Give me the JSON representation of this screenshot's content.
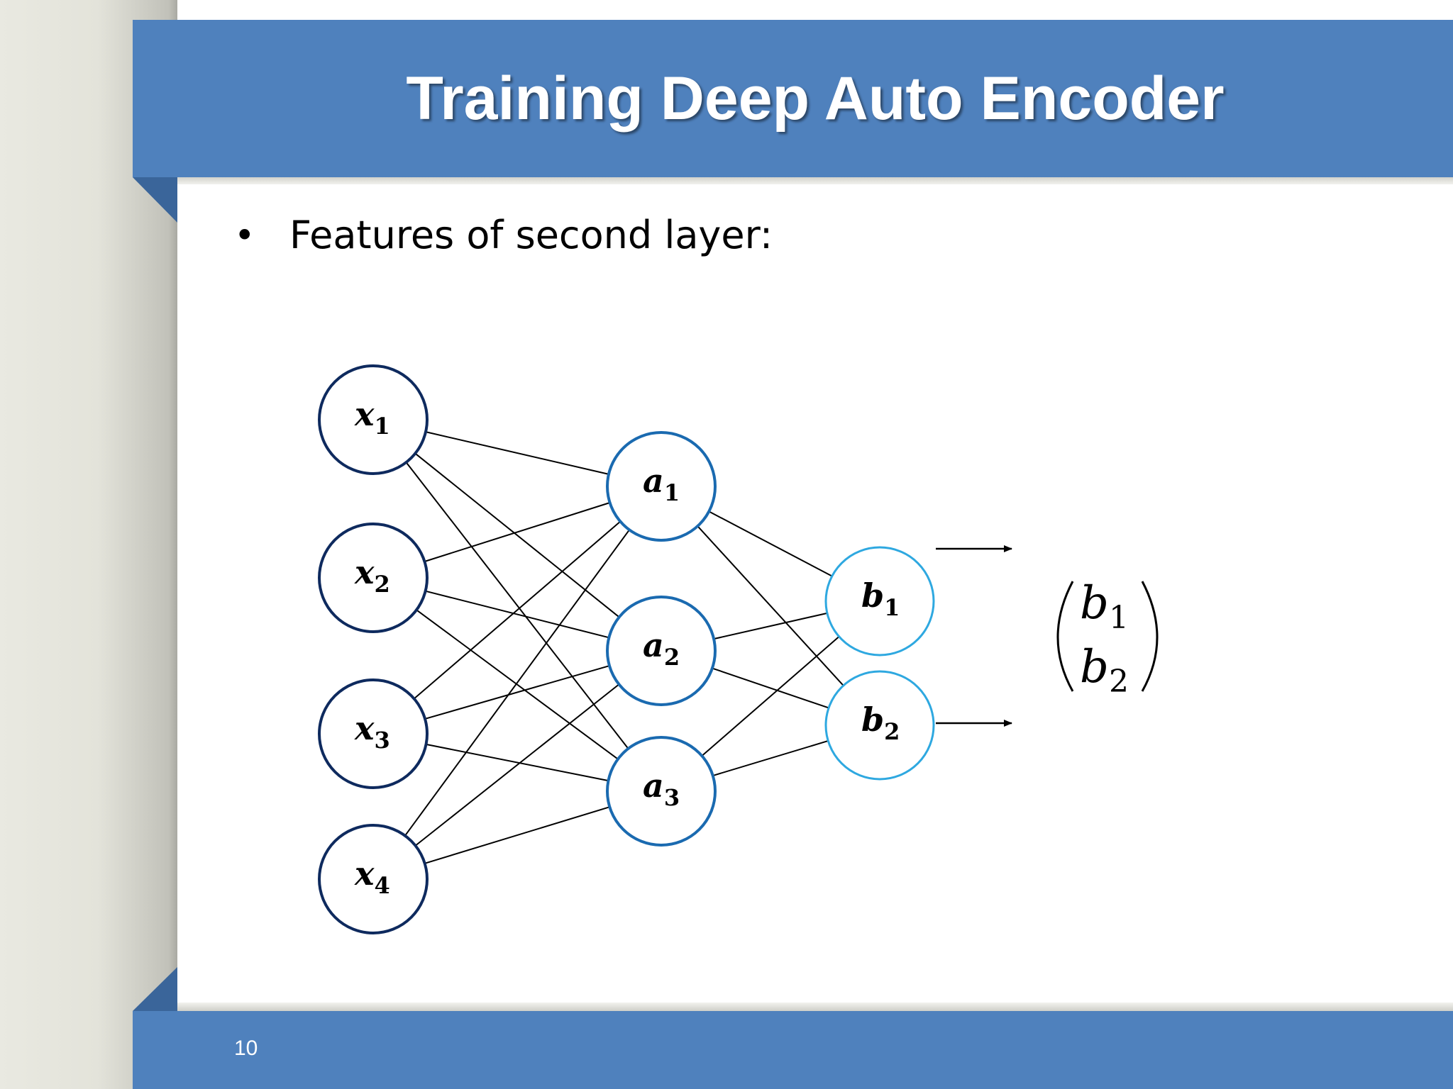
{
  "slide": {
    "title": "Training Deep Auto Encoder",
    "bullet": "Features of second layer:",
    "page_number": "10"
  },
  "diagram": {
    "layers": [
      {
        "id": "x",
        "nodes": [
          {
            "var": "x",
            "sub": "1"
          },
          {
            "var": "x",
            "sub": "2"
          },
          {
            "var": "x",
            "sub": "3"
          },
          {
            "var": "x",
            "sub": "4"
          }
        ]
      },
      {
        "id": "a",
        "nodes": [
          {
            "var": "a",
            "sub": "1"
          },
          {
            "var": "a",
            "sub": "2"
          },
          {
            "var": "a",
            "sub": "3"
          }
        ]
      },
      {
        "id": "b",
        "nodes": [
          {
            "var": "b",
            "sub": "1"
          },
          {
            "var": "b",
            "sub": "2"
          }
        ]
      }
    ],
    "connections": "fully-connected between adjacent layers",
    "output_vector": [
      {
        "var": "b",
        "sub": "1"
      },
      {
        "var": "b",
        "sub": "2"
      }
    ],
    "colors": {
      "x_layer": "#0e2a5e",
      "a_layer": "#1a6ab0",
      "b_layer": "#2ea8e0",
      "edges": "#000000",
      "title_band": "#4f81bd"
    }
  }
}
